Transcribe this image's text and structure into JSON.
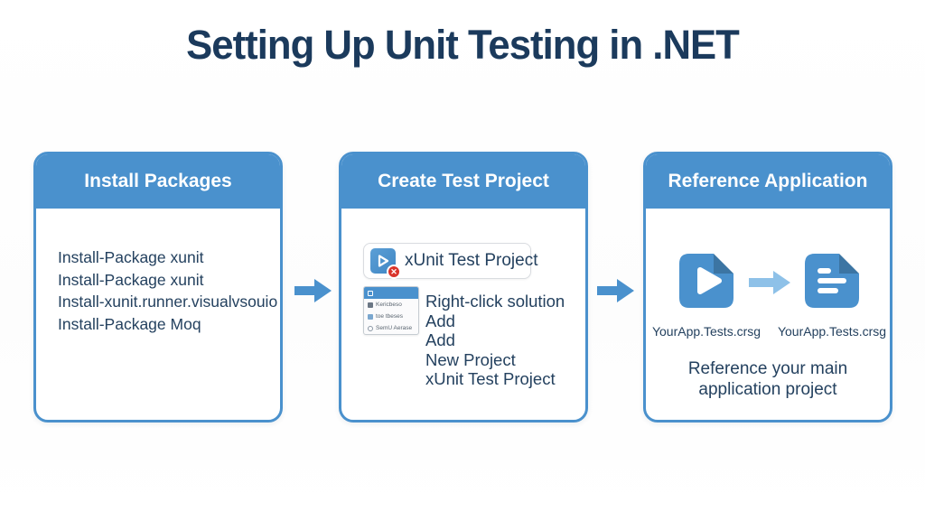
{
  "title": "Setting Up Unit Testing in .NET",
  "colors": {
    "accent_blue": "#4a91cd",
    "navy_text": "#24415f",
    "title_navy": "#1b3a5c",
    "light_arrow_blue": "#8ec1e8",
    "fold_dark_blue": "#3c75a3",
    "error_red": "#d9342b"
  },
  "icons": {
    "error_x": "✕"
  },
  "cards": [
    {
      "header": "Install Packages",
      "lines": [
        "Install-Package xunit",
        "Install-Package xunit",
        "Install-xunit.runner.visualvsouio",
        "Install-Package Moq"
      ]
    },
    {
      "header": "Create Test Project",
      "button_label": "xUnit Test Project",
      "menu_items": [
        "Kericbeso",
        "toe tbeses",
        "SemU Aerase"
      ],
      "steps": [
        "Right-click solution",
        "Add",
        "Add",
        "New Project",
        "xUnit Test Project"
      ]
    },
    {
      "header": "Reference Application",
      "file_left_label": "YourApp.Tests.crsg",
      "file_right_label": "YourApp.Tests.crsg",
      "caption": "Reference your main application project"
    }
  ]
}
